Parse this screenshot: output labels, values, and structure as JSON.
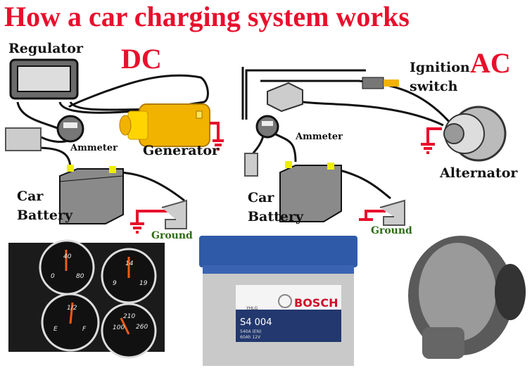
{
  "title": "How a car charging system works",
  "dc": {
    "heading": "DC",
    "labels": {
      "regulator": "Regulator",
      "ammeter": "Ammeter",
      "generator": "Generator",
      "car": "Car",
      "battery": "Battery",
      "ground": "Ground"
    }
  },
  "ac": {
    "heading": "AC",
    "labels": {
      "ignition": "Ignition",
      "switch": "switch",
      "ammeter": "Ammeter",
      "alternator": "Alternator",
      "car": "Car",
      "battery": "Battery",
      "ground": "Ground"
    }
  },
  "gauges": [
    {
      "ticks": [
        "0",
        "40",
        "80"
      ]
    },
    {
      "ticks": [
        "9",
        "14",
        "19"
      ]
    },
    {
      "ticks": [
        "E",
        "1/2",
        "F"
      ]
    },
    {
      "ticks": [
        "100",
        "210",
        "260"
      ]
    }
  ],
  "battery_photo": {
    "brand": "BOSCH",
    "model": "S4 004",
    "spec1": "540A (EN)",
    "spec2": "60Ah 12V",
    "code": "YHLG"
  },
  "colors": {
    "title": "#e8102c",
    "generator": "#f2b200",
    "ground": "#e8102c",
    "ground_label": "#2e6b12",
    "battery_blue": "#2f5aa8"
  }
}
